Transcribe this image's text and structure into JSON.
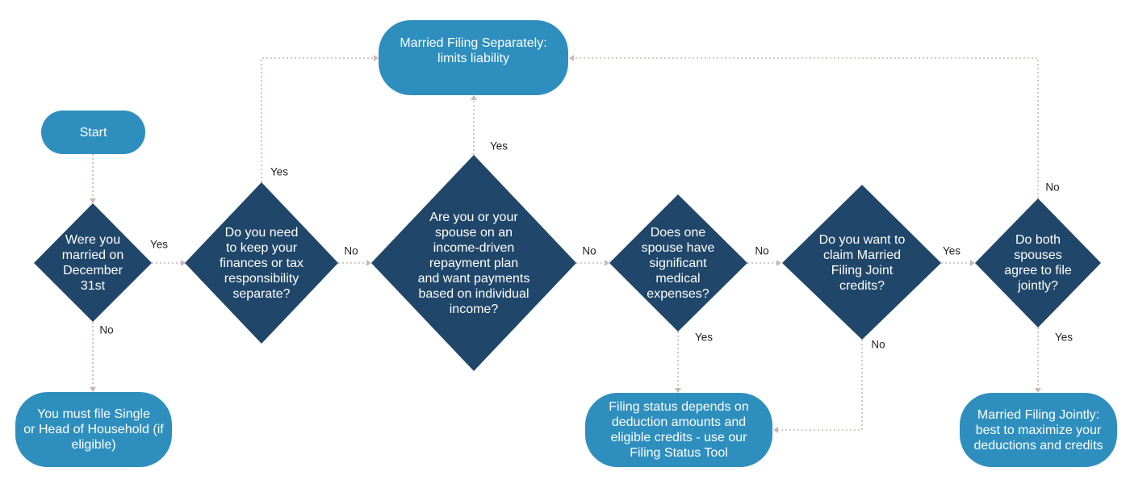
{
  "nodes": {
    "start": "Start",
    "q_married": [
      "Were you",
      "married on",
      "December",
      "31st"
    ],
    "q_separate": [
      "Do you need",
      "to keep your",
      "finances or tax",
      "responsibility",
      "separate?"
    ],
    "q_income": [
      "Are you or your",
      "spouse on an",
      "income-driven",
      "repayment plan",
      "and want payments",
      "based on individual",
      "income?"
    ],
    "q_medical": [
      "Does one",
      "spouse have",
      "significant",
      "medical",
      "expenses?"
    ],
    "q_credits": [
      "Do you want to",
      "claim Married",
      "Filing Joint",
      "credits?"
    ],
    "q_agree": [
      "Do both",
      "spouses",
      "agree to file",
      "jointly?"
    ],
    "out_separately": [
      "Married Filing Separately:",
      "limits liability"
    ],
    "out_single": [
      "You must file Single",
      "or Head of Household (if",
      "eligible)"
    ],
    "out_depends": [
      "Filing status depends on",
      "deduction amounts and",
      "eligible credits - use our",
      "Filing Status Tool"
    ],
    "out_jointly": [
      "Married Filing Jointly:",
      "best to maximize your",
      "deductions and credits"
    ]
  },
  "edge_labels": {
    "married_yes": "Yes",
    "married_no": "No",
    "separate_yes": "Yes",
    "separate_no": "No",
    "income_yes": "Yes",
    "income_no": "No",
    "medical_yes": "Yes",
    "medical_no": "No",
    "credits_yes": "Yes",
    "credits_no": "No",
    "agree_yes": "Yes",
    "agree_no": "No"
  },
  "colors": {
    "pill": "#2e8fbf",
    "diamond": "#20476a",
    "connector": "#c9b8b5",
    "text_on_shape": "#ffffff",
    "label_text": "#222222"
  }
}
